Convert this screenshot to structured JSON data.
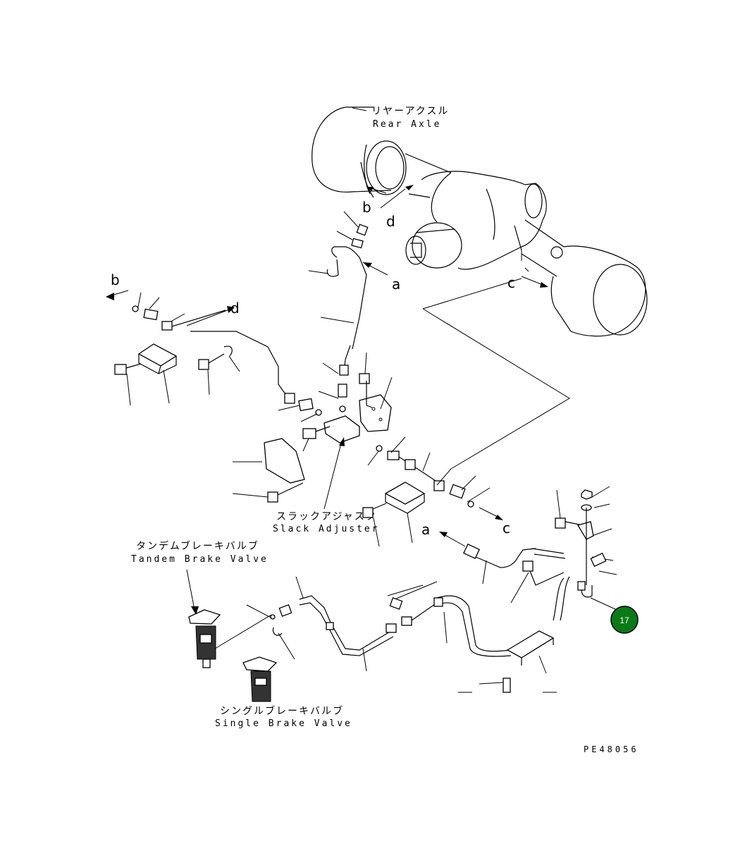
{
  "labels": {
    "rear_axle_jp": "リヤーアクスル",
    "rear_axle_en": "Rear Axle",
    "slack_adjuster_jp": "スラックアジャスタ",
    "slack_adjuster_en": "Slack Adjuster",
    "tandem_brake_valve_jp": "タンデムブレーキバルブ",
    "tandem_brake_valve_en": "Tandem Brake Valve",
    "single_brake_valve_jp": "シングルブレーキバルブ",
    "single_brake_valve_en": "Single Brake Valve"
  },
  "connection_letters": {
    "b_axle": "b",
    "d_axle": "d",
    "a_axle": "a",
    "c_axle": "c",
    "b_left": "b",
    "d_left": "d",
    "a_lower": "a",
    "c_lower": "c"
  },
  "drawing_code": "PE48056",
  "callout": {
    "number": "17",
    "color": "#0a7a16"
  }
}
